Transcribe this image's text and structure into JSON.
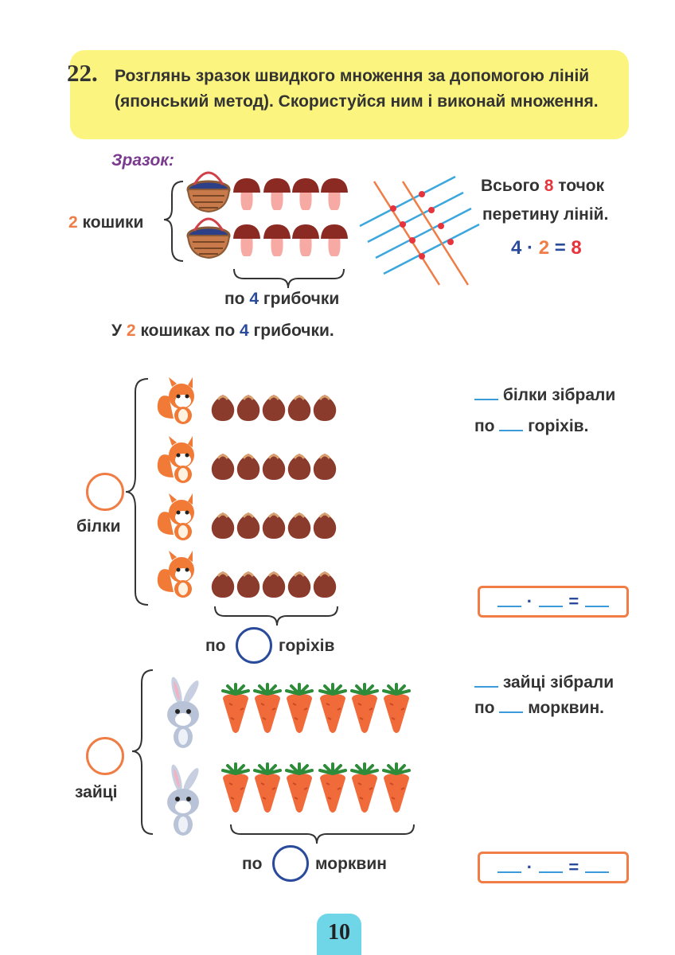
{
  "task": {
    "number": "22.",
    "text": "Розглянь зразок швидкого множення за допомогою ліній (японський метод). Скористуйся ним і виконай множення."
  },
  "sample": {
    "label": "Зразок:",
    "baskets_count": "2",
    "baskets_word": "кошики",
    "group_prefix": "по",
    "group_count": "4",
    "group_word": "грибочки",
    "total_prefix": "Всього",
    "total_count": "8",
    "total_word": "точок",
    "total_line2": "перетину ліній.",
    "eq_a": "4",
    "eq_dot": "·",
    "eq_b": "2",
    "eq_eq": "=",
    "eq_result": "8",
    "sentence_a": "У",
    "sentence_count1": "2",
    "sentence_mid": "кошиках по",
    "sentence_count2": "4",
    "sentence_end": "грибочки."
  },
  "squirrels": {
    "side_label": "білки",
    "line1_text": "білки зібрали",
    "line2_prefix": "по",
    "line2_text": "горіхів.",
    "bottom_prefix": "по",
    "bottom_word": "горіхів",
    "eq_dot": "·",
    "eq_eq": "="
  },
  "rabbits": {
    "side_label": "зайці",
    "line1_text": "зайці зібрали",
    "line2_prefix": "по",
    "line2_text": "морквин.",
    "bottom_prefix": "по",
    "bottom_word": "морквин",
    "eq_dot": "·",
    "eq_eq": "="
  },
  "page": {
    "number": "10"
  },
  "colors": {
    "yellow_box": "#fbf47f",
    "orange": "#ef7d45",
    "red": "#e6343c",
    "blue": "#2a4b9b",
    "page_tab": "#6fd6e8"
  }
}
